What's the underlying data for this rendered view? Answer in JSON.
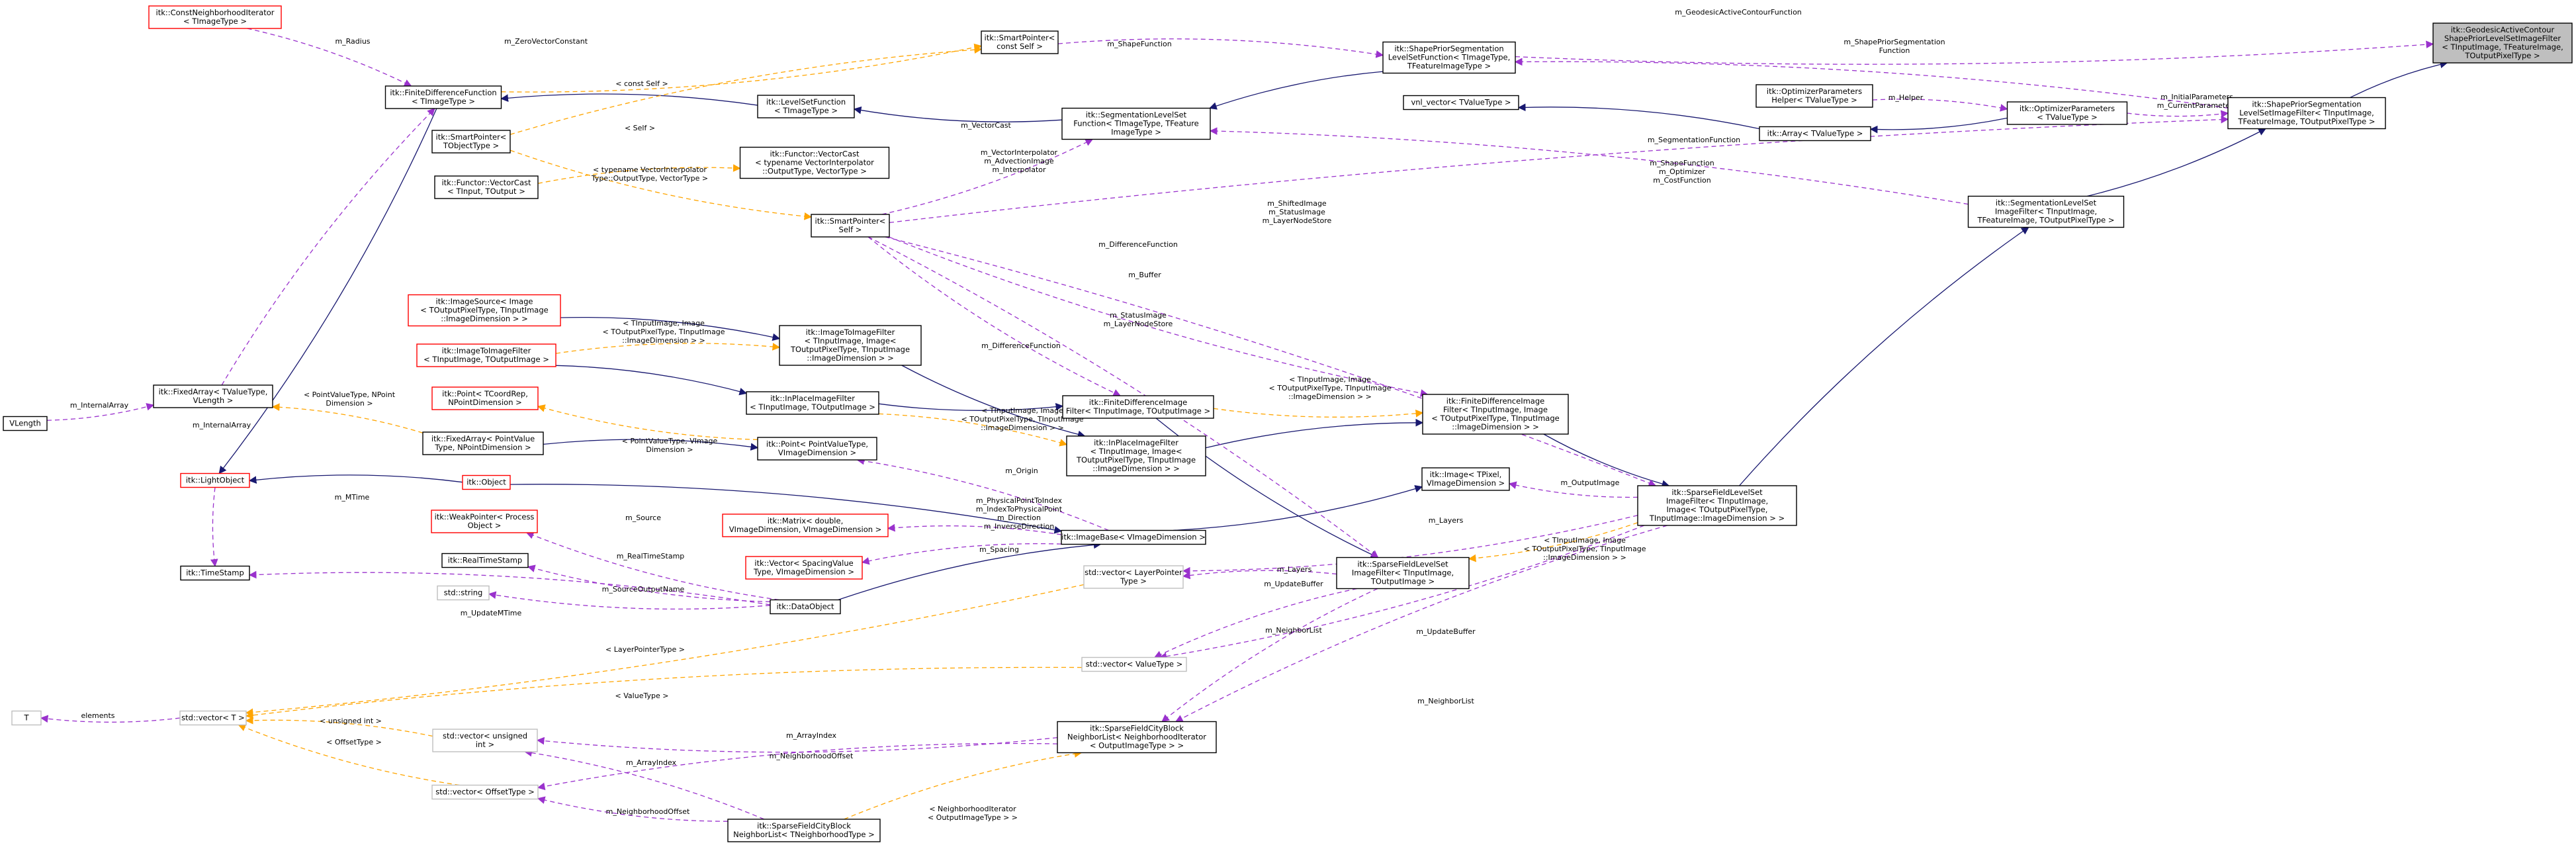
{
  "nodes": {
    "geodesic": [
      "itk::GeodesicActiveContour",
      "ShapePriorLevelSetImageFilter",
      "< TInputImage, TFeatureImage,",
      "TOutputPixelType >"
    ],
    "const_nbr_iter": [
      "itk::ConstNeighborhoodIterator",
      "< TImageType >"
    ],
    "finite_diff_fn": [
      "itk::FiniteDifferenceFunction",
      "< TImageType >"
    ],
    "smartptr_const_self": [
      "itk::SmartPointer<",
      "const Self >"
    ],
    "levelset_fn": [
      "itk::LevelSetFunction",
      "< TImageType >"
    ],
    "shape_prior_seg_fn": [
      "itk::ShapePriorSegmentation",
      "LevelSetFunction< TImageType,",
      "TFeatureImageType >"
    ],
    "seg_levelset_fn": [
      "itk::SegmentationLevelSet",
      "Function< TImageType, TFeature",
      "ImageType >"
    ],
    "smartptr_tobj": [
      "itk::SmartPointer<",
      "TObjectType >"
    ],
    "functor_vcast_tpl": [
      "itk::Functor::VectorCast",
      "< typename VectorInterpolator",
      "::OutputType, VectorType >"
    ],
    "functor_vcast": [
      "itk::Functor::VectorCast",
      "< TInput, TOutput >"
    ],
    "smartptr_self": [
      "itk::SmartPointer<",
      "Self >"
    ],
    "vnl_vector": [
      "vnl_vector< TValueType >"
    ],
    "opt_params_helper": [
      "itk::OptimizerParameters",
      "Helper< TValueType >"
    ],
    "opt_params": [
      "itk::OptimizerParameters",
      "< TValueType >"
    ],
    "itk_array": [
      "itk::Array< TValueType >"
    ],
    "shape_prior_filter": [
      "itk::ShapePriorSegmentation",
      "LevelSetImageFilter< TInputImage,",
      "TFeatureImage, TOutputPixelType >"
    ],
    "seg_levelset_filter": [
      "itk::SegmentationLevelSet",
      "ImageFilter< TInputImage,",
      "TFeatureImage, TOutputPixelType >"
    ],
    "image_source": [
      "itk::ImageSource< Image",
      "< TOutputPixelType, TInputImage",
      "::ImageDimension > >"
    ],
    "img2img_generic": [
      "itk::ImageToImageFilter",
      "< TInputImage, TOutputImage >"
    ],
    "img2img_tpl": [
      "itk::ImageToImageFilter",
      "< TInputImage, Image<",
      "TOutputPixelType, TInputImage",
      "::ImageDimension > >"
    ],
    "point_coordrep": [
      "itk::Point< TCoordRep,",
      "NPointDimension >"
    ],
    "inplace_generic": [
      "itk::InPlaceImageFilter",
      "< TInputImage, TOutputImage >"
    ],
    "fd_image_filter_generic": [
      "itk::FiniteDifferenceImage",
      "Filter< TInputImage, TOutputImage >"
    ],
    "fd_image_filter_tpl": [
      "itk::FiniteDifferenceImage",
      "Filter< TInputImage, Image",
      "< TOutputPixelType, TInputImage",
      "::ImageDimension > >"
    ],
    "inplace_tpl": [
      "itk::InPlaceImageFilter",
      "< TInputImage, Image<",
      "TOutputPixelType, TInputImage",
      "::ImageDimension > >"
    ],
    "fixed_array_len": [
      "itk::FixedArray< TValueType,",
      "VLength >"
    ],
    "vlength": [
      "VLength"
    ],
    "fixed_array_pt": [
      "itk::FixedArray< PointValue",
      "Type, NPointDimension >"
    ],
    "point_value": [
      "itk::Point< PointValueType,",
      "VImageDimension >"
    ],
    "image_tpixel": [
      "itk::Image< TPixel,",
      "VImageDimension >"
    ],
    "sparse_tpl": [
      "itk::SparseFieldLevelSet",
      "ImageFilter< TInputImage,",
      "Image< TOutputPixelType,",
      "TInputImage::ImageDimension > >"
    ],
    "light_object": [
      "itk::LightObject"
    ],
    "itk_object": [
      "itk::Object"
    ],
    "weak_ptr": [
      "itk::WeakPointer< Process",
      "Object >"
    ],
    "matrix": [
      "itk::Matrix< double,",
      "VImageDimension, VImageDimension >"
    ],
    "image_base": [
      "itk::ImageBase< VImageDimension >"
    ],
    "time_stamp": [
      "itk::TimeStamp"
    ],
    "real_time_stamp": [
      "itk::RealTimeStamp"
    ],
    "vector_spacing": [
      "itk::Vector< SpacingValue",
      "Type, VImageDimension >"
    ],
    "vec_layer_ptr": [
      "std::vector< LayerPointer",
      "Type >"
    ],
    "sparse_generic": [
      "itk::SparseFieldLevelSet",
      "ImageFilter< TInputImage,",
      "TOutputImage >"
    ],
    "std_string": [
      "std::string"
    ],
    "data_object": [
      "itk::DataObject"
    ],
    "vec_value": [
      "std::vector< ValueType >"
    ],
    "t": [
      "T"
    ],
    "vec_t": [
      "std::vector< T >"
    ],
    "vec_unsigned": [
      "std::vector< unsigned",
      "int >"
    ],
    "city_block_iter": [
      "itk::SparseFieldCityBlock",
      "NeighborList< NeighborhoodIterator",
      "< OutputImageType > >"
    ],
    "vec_offset": [
      "std::vector< OffsetType >"
    ],
    "city_block_nbr": [
      "itk::SparseFieldCityBlock",
      "NeighborList< TNeighborhoodType >"
    ]
  },
  "edge_labels": {
    "geodesic_active_contour_fn": [
      "m_GeodesicActiveContourFunction"
    ],
    "shape_function": [
      "m_ShapeFunction"
    ],
    "shape_prior_seg_fn": [
      "m_ShapePriorSegmentation",
      "Function"
    ],
    "radius": [
      "m_Radius"
    ],
    "zero_vector_constant": [
      "m_ZeroVectorConstant"
    ],
    "const_self": [
      "< const Self >"
    ],
    "self": [
      "< Self >"
    ],
    "vector_cast": [
      "m_VectorCast"
    ],
    "vi_adv_interp": [
      "m_VectorInterpolator",
      "m_AdvectionImage",
      "m_Interpolator"
    ],
    "typename_vi": [
      "< typename VectorInterpolator",
      "Type::OutputType, VectorType >"
    ],
    "helper": [
      "m_Helper"
    ],
    "initial_current_params": [
      "m_InitialParameters",
      "m_CurrentParameters"
    ],
    "segmentation_function": [
      "m_SegmentationFunction"
    ],
    "shapefn_optimizer_cost": [
      "m_ShapeFunction",
      "m_Optimizer",
      "m_CostFunction"
    ],
    "shifted_status_layer": [
      "m_ShiftedImage",
      "m_StatusImage",
      "m_LayerNodeStore"
    ],
    "difference_function_top": [
      "m_DifferenceFunction"
    ],
    "buffer": [
      "m_Buffer"
    ],
    "status_layer": [
      "m_StatusImage",
      "m_LayerNodeStore"
    ],
    "img2img_tpl_args": [
      "< TInputImage, Image",
      "< TOutputPixelType, TInputImage",
      "::ImageDimension > >"
    ],
    "difference_function_mid": [
      "m_DifferenceFunction"
    ],
    "fd_tpl_args": [
      "< TInputImage, Image",
      "< TOutputPixelType, TInputImage",
      "::ImageDimension > >"
    ],
    "inplace_tpl_args": [
      "< TInputImage, Image",
      "< TOutputPixelType, TInputImage",
      "::ImageDimension > >"
    ],
    "internal_array_1": [
      "m_InternalArray"
    ],
    "internal_array_2": [
      "m_InternalArray"
    ],
    "pointvalue_npoint": [
      "< PointValueType, NPoint",
      "Dimension >"
    ],
    "pointvalue_vimage": [
      "< PointValueType, VImage",
      "Dimension >"
    ],
    "origin": [
      "m_Origin"
    ],
    "output_image": [
      "m_OutputImage"
    ],
    "mtime": [
      "m_MTime"
    ],
    "source": [
      "m_Source"
    ],
    "phys_index_dir": [
      "m_PhysicalPointToIndex",
      "m_IndexToPhysicalPoint",
      "m_Direction",
      "m_InverseDirection"
    ],
    "layers_1": [
      "m_Layers"
    ],
    "spacing": [
      "m_Spacing"
    ],
    "real_time_stamp": [
      "m_RealTimeStamp"
    ],
    "layers_2": [
      "m_Layers"
    ],
    "sparse_tpl_args": [
      "< TInputImage, Image",
      "< TOutputPixelType, TInputImage",
      "::ImageDimension > >"
    ],
    "update_buffer_1": [
      "m_UpdateBuffer"
    ],
    "source_output_name": [
      "m_SourceOutputName"
    ],
    "update_mtime": [
      "m_UpdateMTime"
    ],
    "update_buffer_2": [
      "m_UpdateBuffer"
    ],
    "neighbor_list_1": [
      "m_NeighborList"
    ],
    "layer_pointer_type": [
      "< LayerPointerType >"
    ],
    "value_type": [
      "< ValueType >"
    ],
    "elements": [
      "elements"
    ],
    "unsigned_int": [
      "< unsigned int >"
    ],
    "array_index_1": [
      "m_ArrayIndex"
    ],
    "neighbor_list_2": [
      "m_NeighborList"
    ],
    "offset_type": [
      "< OffsetType >"
    ],
    "neighborhood_offset_1": [
      "m_NeighborhoodOffset"
    ],
    "array_index_2": [
      "m_ArrayIndex"
    ],
    "neighborhood_offset_2": [
      "m_NeighborhoodOffset"
    ],
    "nbr_iter_args": [
      "< NeighborhoodIterator",
      "< OutputImageType > >"
    ]
  }
}
